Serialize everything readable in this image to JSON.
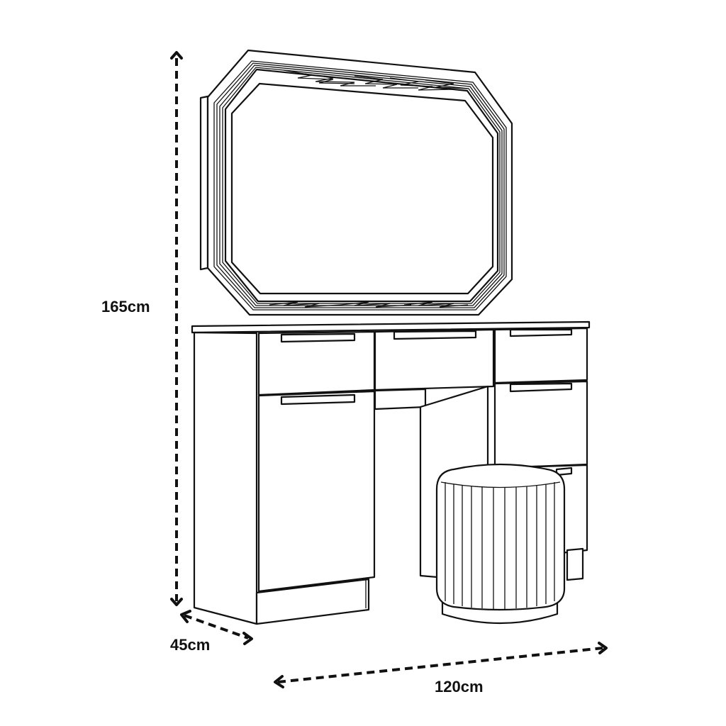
{
  "diagram": {
    "subject": "Vanity dressing table with octagonal mirror and pleated stool",
    "line_color": "#111111",
    "background_color": "#ffffff",
    "components": [
      {
        "id": "mirror",
        "label": "Octagonal mirror with wood-grain frame"
      },
      {
        "id": "desk-top",
        "label": "Desk top"
      },
      {
        "id": "left-cabinet",
        "label": "Left cabinet with top drawer and door"
      },
      {
        "id": "center-drawer",
        "label": "Center drawer"
      },
      {
        "id": "right-drawers",
        "label": "Right drawer stack (3 drawers)"
      },
      {
        "id": "stool",
        "label": "Round pleated upholstered stool"
      }
    ]
  },
  "dimensions": {
    "height": {
      "label": "165cm",
      "value": 165,
      "unit": "cm"
    },
    "depth": {
      "label": "45cm",
      "value": 45,
      "unit": "cm"
    },
    "width": {
      "label": "120cm",
      "value": 120,
      "unit": "cm"
    }
  }
}
